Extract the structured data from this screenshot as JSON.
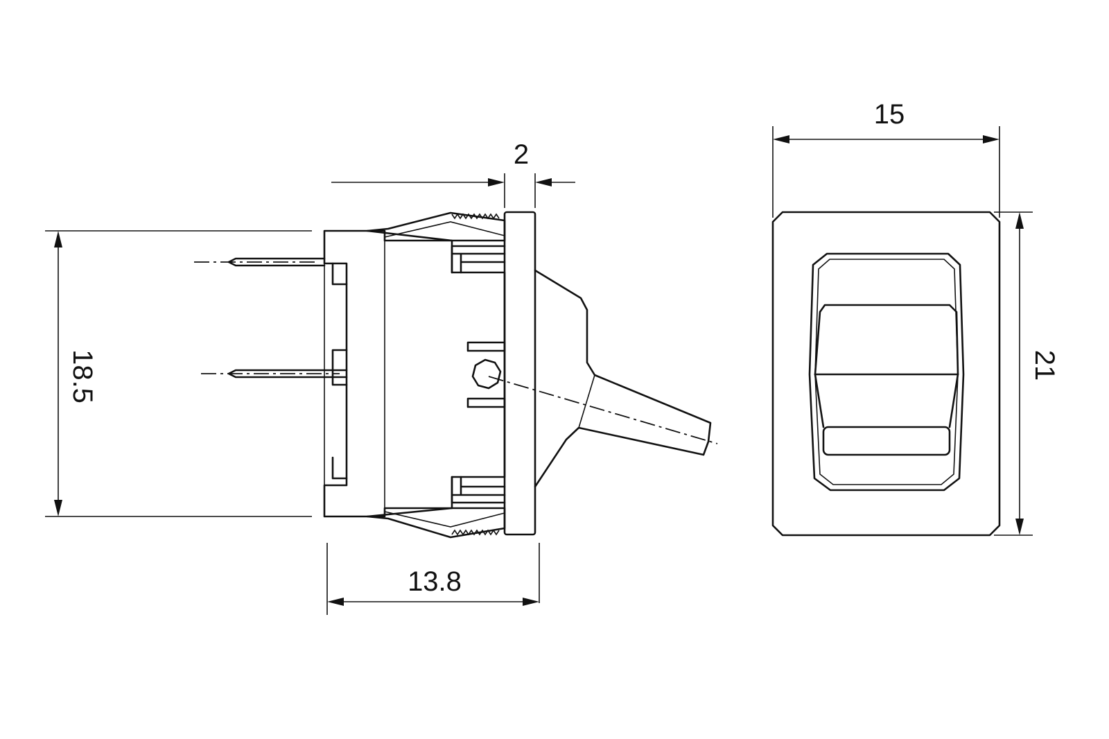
{
  "dimensions": {
    "panel_thickness": "2",
    "body_height": "18.5",
    "body_depth": "13.8",
    "bezel_width": "15",
    "bezel_height": "21"
  },
  "colors": {
    "line": "#111111",
    "background": "#ffffff"
  }
}
